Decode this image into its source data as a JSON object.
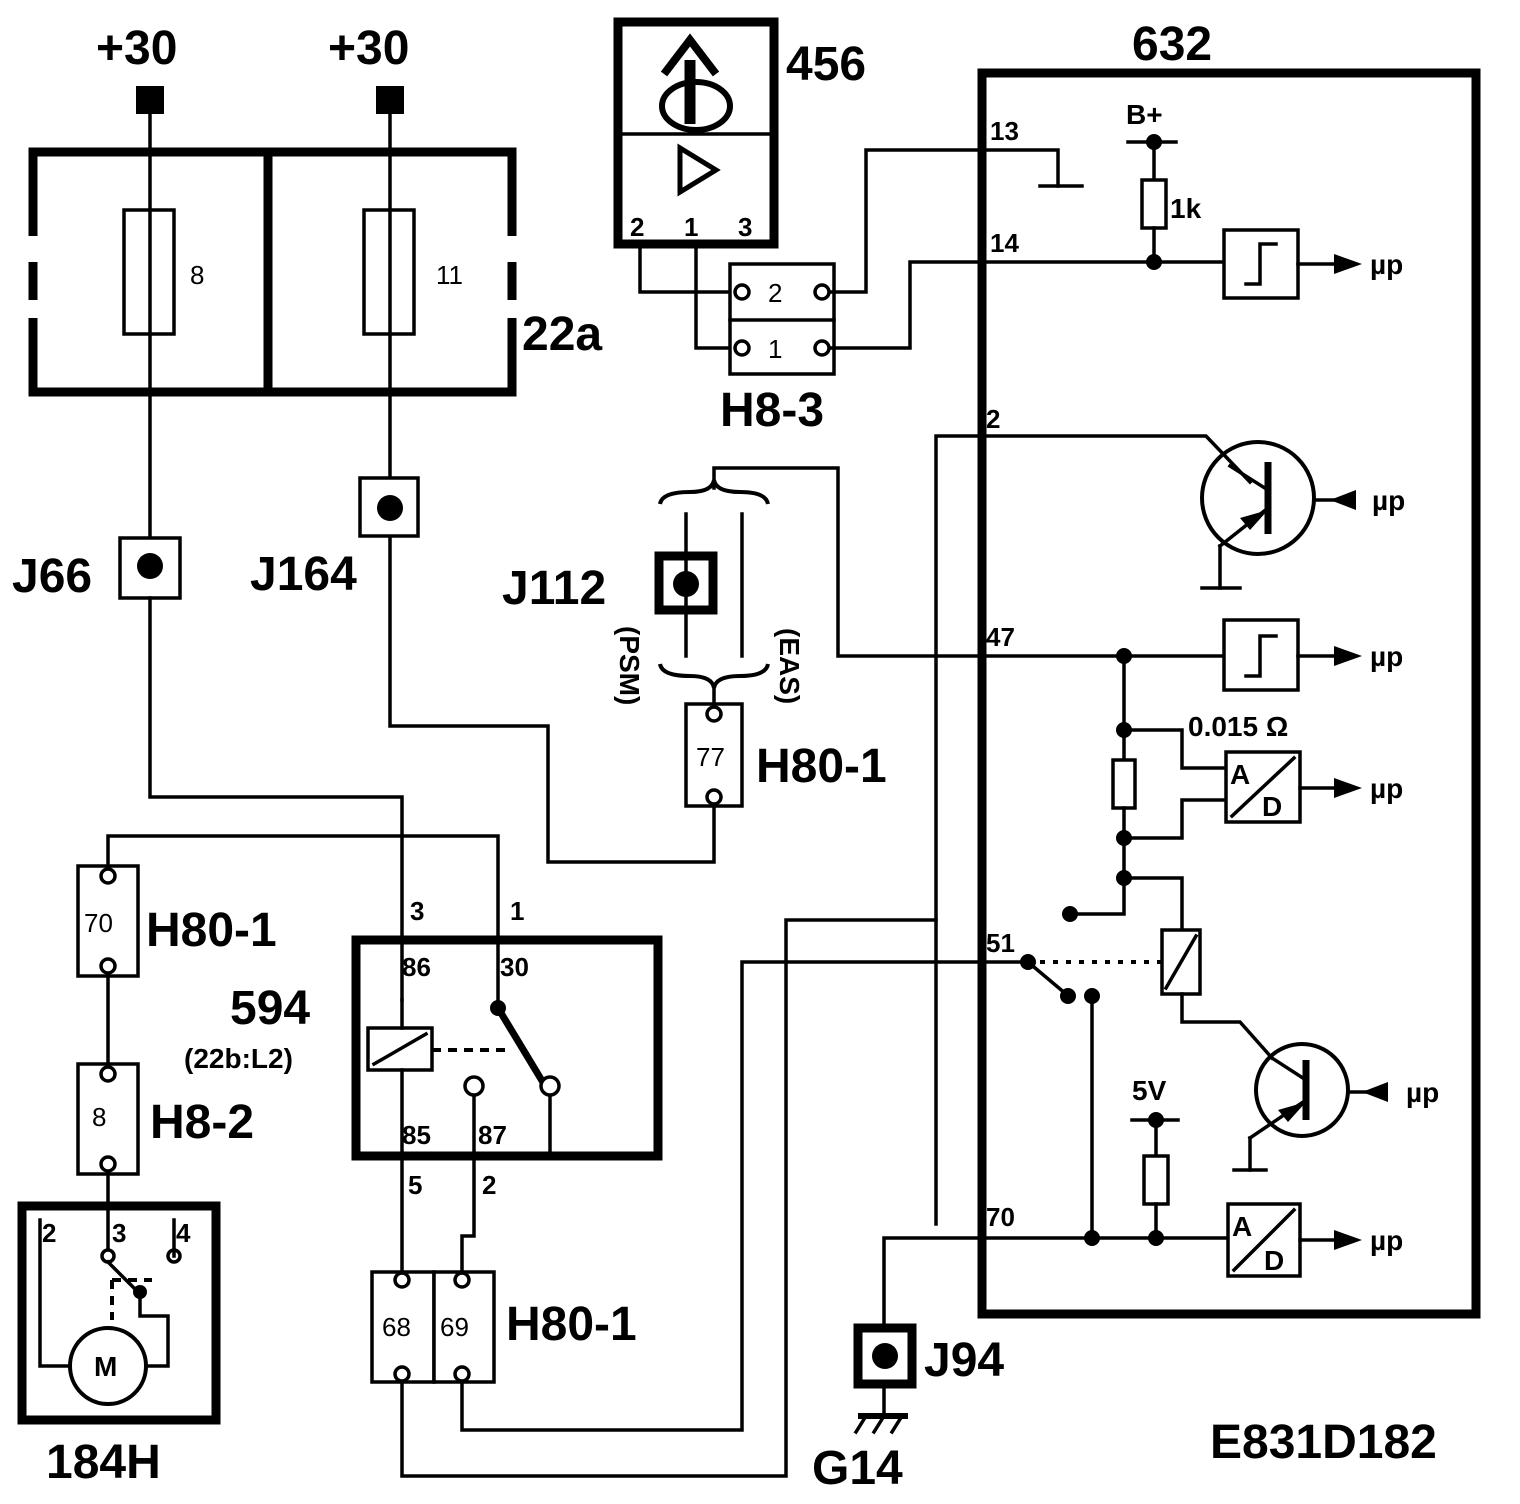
{
  "diagram": {
    "code": "E831D182",
    "supplies": {
      "left": "+30",
      "right": "+30"
    },
    "fuse_block": {
      "id": "22a",
      "fuse_left": "8",
      "fuse_right": "11"
    },
    "connectors": {
      "j66": "J66",
      "j164": "J164",
      "j112": "J112",
      "j94": "J94",
      "g14": "G14",
      "psm": "(PSM)",
      "eas": "(EAS)"
    },
    "sensor_456": {
      "id": "456",
      "pins": [
        "2",
        "1",
        "3"
      ]
    },
    "h8_3": {
      "id": "H8-3",
      "pins": [
        "2",
        "1"
      ]
    },
    "h80_77": {
      "id": "H80-1",
      "pin": "77"
    },
    "h80_70": {
      "id": "H80-1",
      "pin": "70"
    },
    "h8_2": {
      "id": "H8-2",
      "pin": "8"
    },
    "h80_68_69": {
      "id": "H80-1",
      "pins": [
        "68",
        "69"
      ]
    },
    "relay_594": {
      "id": "594",
      "ref": "(22b:L2)",
      "pins": {
        "p86": "86",
        "p30": "30",
        "p85": "85",
        "p87": "87"
      },
      "wires": {
        "w3": "3",
        "w1": "1",
        "w5": "5",
        "w2": "2"
      }
    },
    "motor_184h": {
      "id": "184H",
      "symbol": "M",
      "pins": [
        "2",
        "3",
        "4"
      ]
    },
    "module_632": {
      "id": "632",
      "pins": {
        "p13": "13",
        "p14": "14",
        "p2": "2",
        "p47": "47",
        "p51": "51",
        "p70": "70"
      },
      "supply_b": "B+",
      "supply_5v": "5V",
      "resistor_1k": "1k",
      "shunt": "0.015 Ω",
      "ad_a": "A",
      "ad_d": "D",
      "up_label": "µp"
    }
  }
}
